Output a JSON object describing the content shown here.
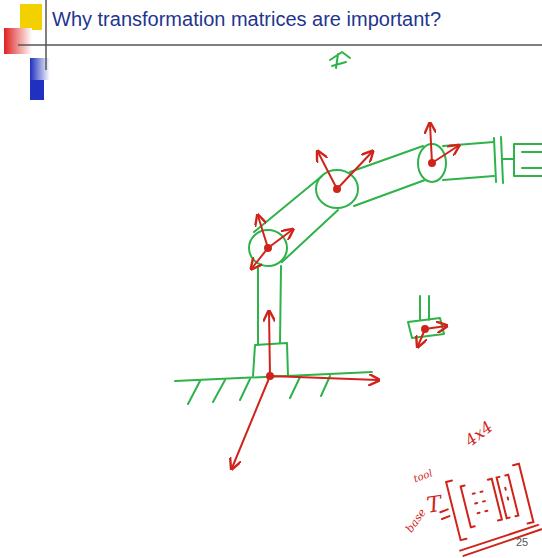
{
  "diagram": {
    "title": "Why transformation matrices are important?",
    "labels": [
      "4x4",
      "T",
      "tool",
      "base",
      "25"
    ]
  }
}
